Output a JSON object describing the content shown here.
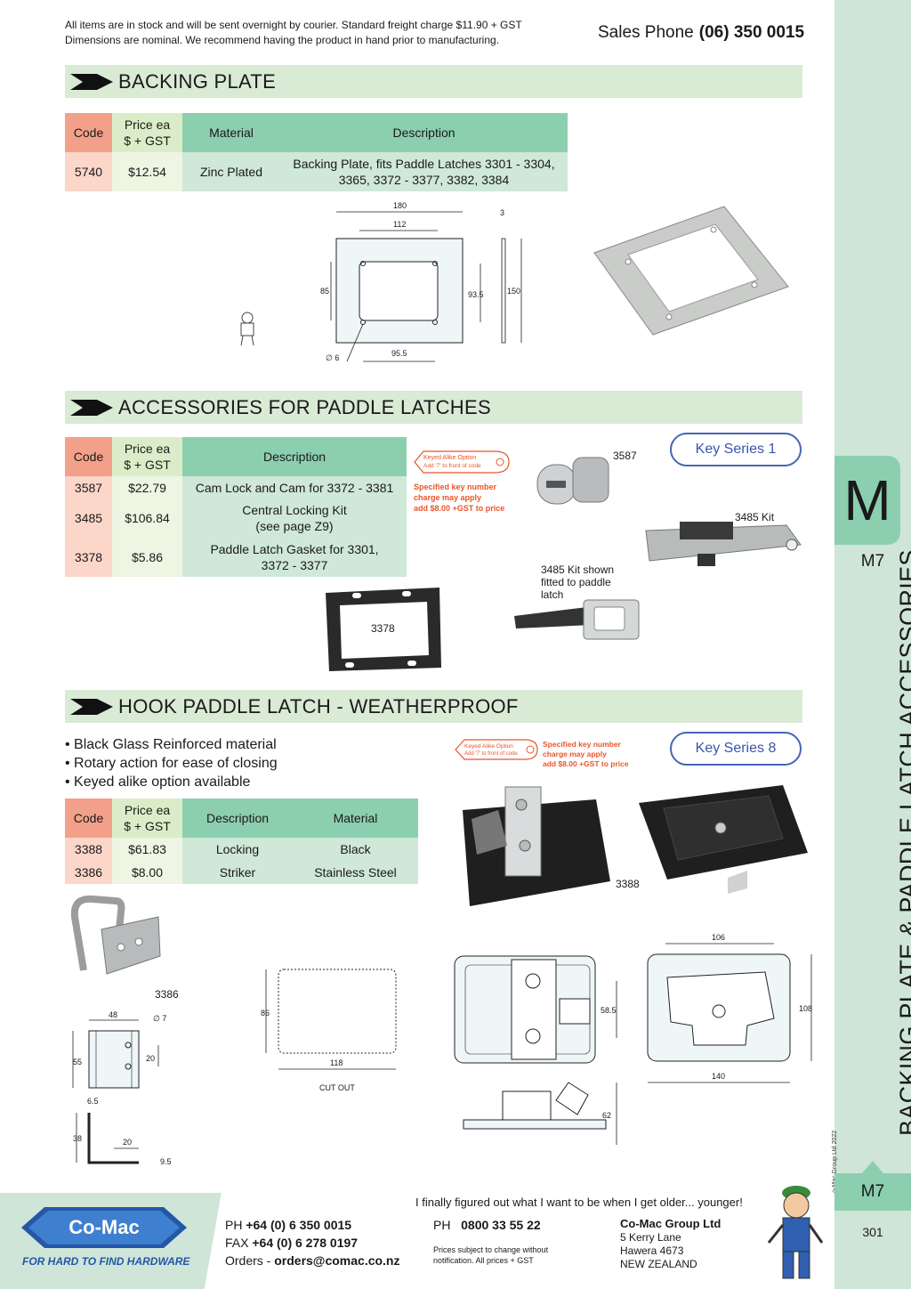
{
  "header": {
    "notice_line1": "All items are in stock and will be sent overnight by courier. Standard freight charge $11.90 + GST",
    "notice_line2": "Dimensions are nominal. We recommend having the product in hand prior to manufacturing.",
    "sales_label": "Sales Phone",
    "sales_number": "(06) 350 0015"
  },
  "sidebar": {
    "letter": "M",
    "section_code": "M7",
    "vertical_title": "BACKING PLATE & PADDLE LATCH ACCESSORIES",
    "copyright": "© Co-Mac Group Ltd 2022",
    "bottom_code": "M7",
    "page_number": "301"
  },
  "sections": {
    "backing_plate": {
      "title": "BACKING PLATE",
      "headers": {
        "code": "Code",
        "price_1": "Price ea",
        "price_2": "$ + GST",
        "material": "Material",
        "description": "Description"
      },
      "rows": [
        {
          "code": "5740",
          "price": "$12.54",
          "material": "Zinc Plated",
          "desc_1": "Backing Plate, fits Paddle Latches 3301 - 3304,",
          "desc_2": "3365, 3372 - 3377, 3382, 3384"
        }
      ],
      "dims": {
        "width": "180",
        "inner_width": "112",
        "thickness": "3",
        "height_outer": "150",
        "height_inner": "85",
        "height_hole": "93.5",
        "hole_spacing": "95.5",
        "hole_dia": "∅ 6"
      }
    },
    "accessories": {
      "title": "ACCESSORIES FOR PADDLE LATCHES",
      "headers": {
        "code": "Code",
        "price_1": "Price ea",
        "price_2": "$ + GST",
        "description": "Description"
      },
      "rows": [
        {
          "code": "3587",
          "price": "$22.79",
          "desc_1": "Cam Lock and Cam for 3372 - 3381",
          "desc_2": ""
        },
        {
          "code": "3485",
          "price": "$106.84",
          "desc_1": "Central Locking Kit",
          "desc_2": "(see page Z9)"
        },
        {
          "code": "3378",
          "price": "$5.86",
          "desc_1": "Paddle Latch Gasket for 3301,",
          "desc_2": "3372 - 3377"
        }
      ],
      "key_badge": "Key Series 1",
      "keyed_tag_1": "Keyed Alike Option",
      "keyed_tag_2": "Add '7' to front of code",
      "key_note_1": "Specified key number",
      "key_note_2": "charge may apply",
      "key_note_3": "add $8.00 +GST to price",
      "label_3587": "3587",
      "label_3485": "3485 Kit",
      "label_fitted_1": "3485 Kit shown",
      "label_fitted_2": "fitted to paddle",
      "label_fitted_3": "latch",
      "label_3378": "3378"
    },
    "hook_latch": {
      "title": "HOOK PADDLE LATCH - WEATHERPROOF",
      "bullets": [
        "• Black Glass Reinforced material",
        "• Rotary action for ease of closing",
        "• Keyed alike option available"
      ],
      "headers": {
        "code": "Code",
        "price_1": "Price ea",
        "price_2": "$ + GST",
        "description": "Description",
        "material": "Material"
      },
      "rows": [
        {
          "code": "3388",
          "price": "$61.83",
          "description": "Locking",
          "material": "Black"
        },
        {
          "code": "3386",
          "price": "$8.00",
          "description": "Striker",
          "material": "Stainless Steel"
        }
      ],
      "key_badge": "Key Series 8",
      "keyed_tag_1": "Keyed Alike Option",
      "keyed_tag_2": "Add '7' to front of code",
      "key_note_1": "Specified key number",
      "key_note_2": "charge may apply",
      "key_note_3": "add $8.00 +GST to price",
      "label_3388": "3388",
      "label_3386": "3386",
      "label_cutout": "CUT OUT",
      "dims": {
        "striker_w": "48",
        "striker_hole": "∅ 7",
        "striker_h": "55",
        "striker_20a": "20",
        "striker_65": "6.5",
        "striker_38": "38",
        "striker_20b": "20",
        "striker_95": "9.5",
        "cut_w": "118",
        "cut_h": "86",
        "latch_585": "58.5",
        "latch_62": "62",
        "front_106": "106",
        "front_108": "108",
        "front_140": "140"
      }
    }
  },
  "footer": {
    "slogan": "I finally figured out what I want to be when I get older... younger!",
    "logo_text": "Co-Mac",
    "logo_tagline": "FOR HARD TO FIND HARDWARE",
    "ph_label": "PH",
    "ph_number": "+64 (0) 6 350 0015",
    "fax_label": "FAX",
    "fax_number": "+64 (0) 6 278 0197",
    "orders_label": "Orders -",
    "orders_email": "orders@comac.co.nz",
    "ph2_label": "PH",
    "ph2_number": "0800 33 55 22",
    "small_print_1": "Prices subject to change without",
    "small_print_2": "notification. All prices + GST",
    "company_name": "Co-Mac Group Ltd",
    "address_1": "5 Kerry Lane",
    "address_2": "Hawera 4673",
    "address_3": "NEW ZEALAND"
  }
}
